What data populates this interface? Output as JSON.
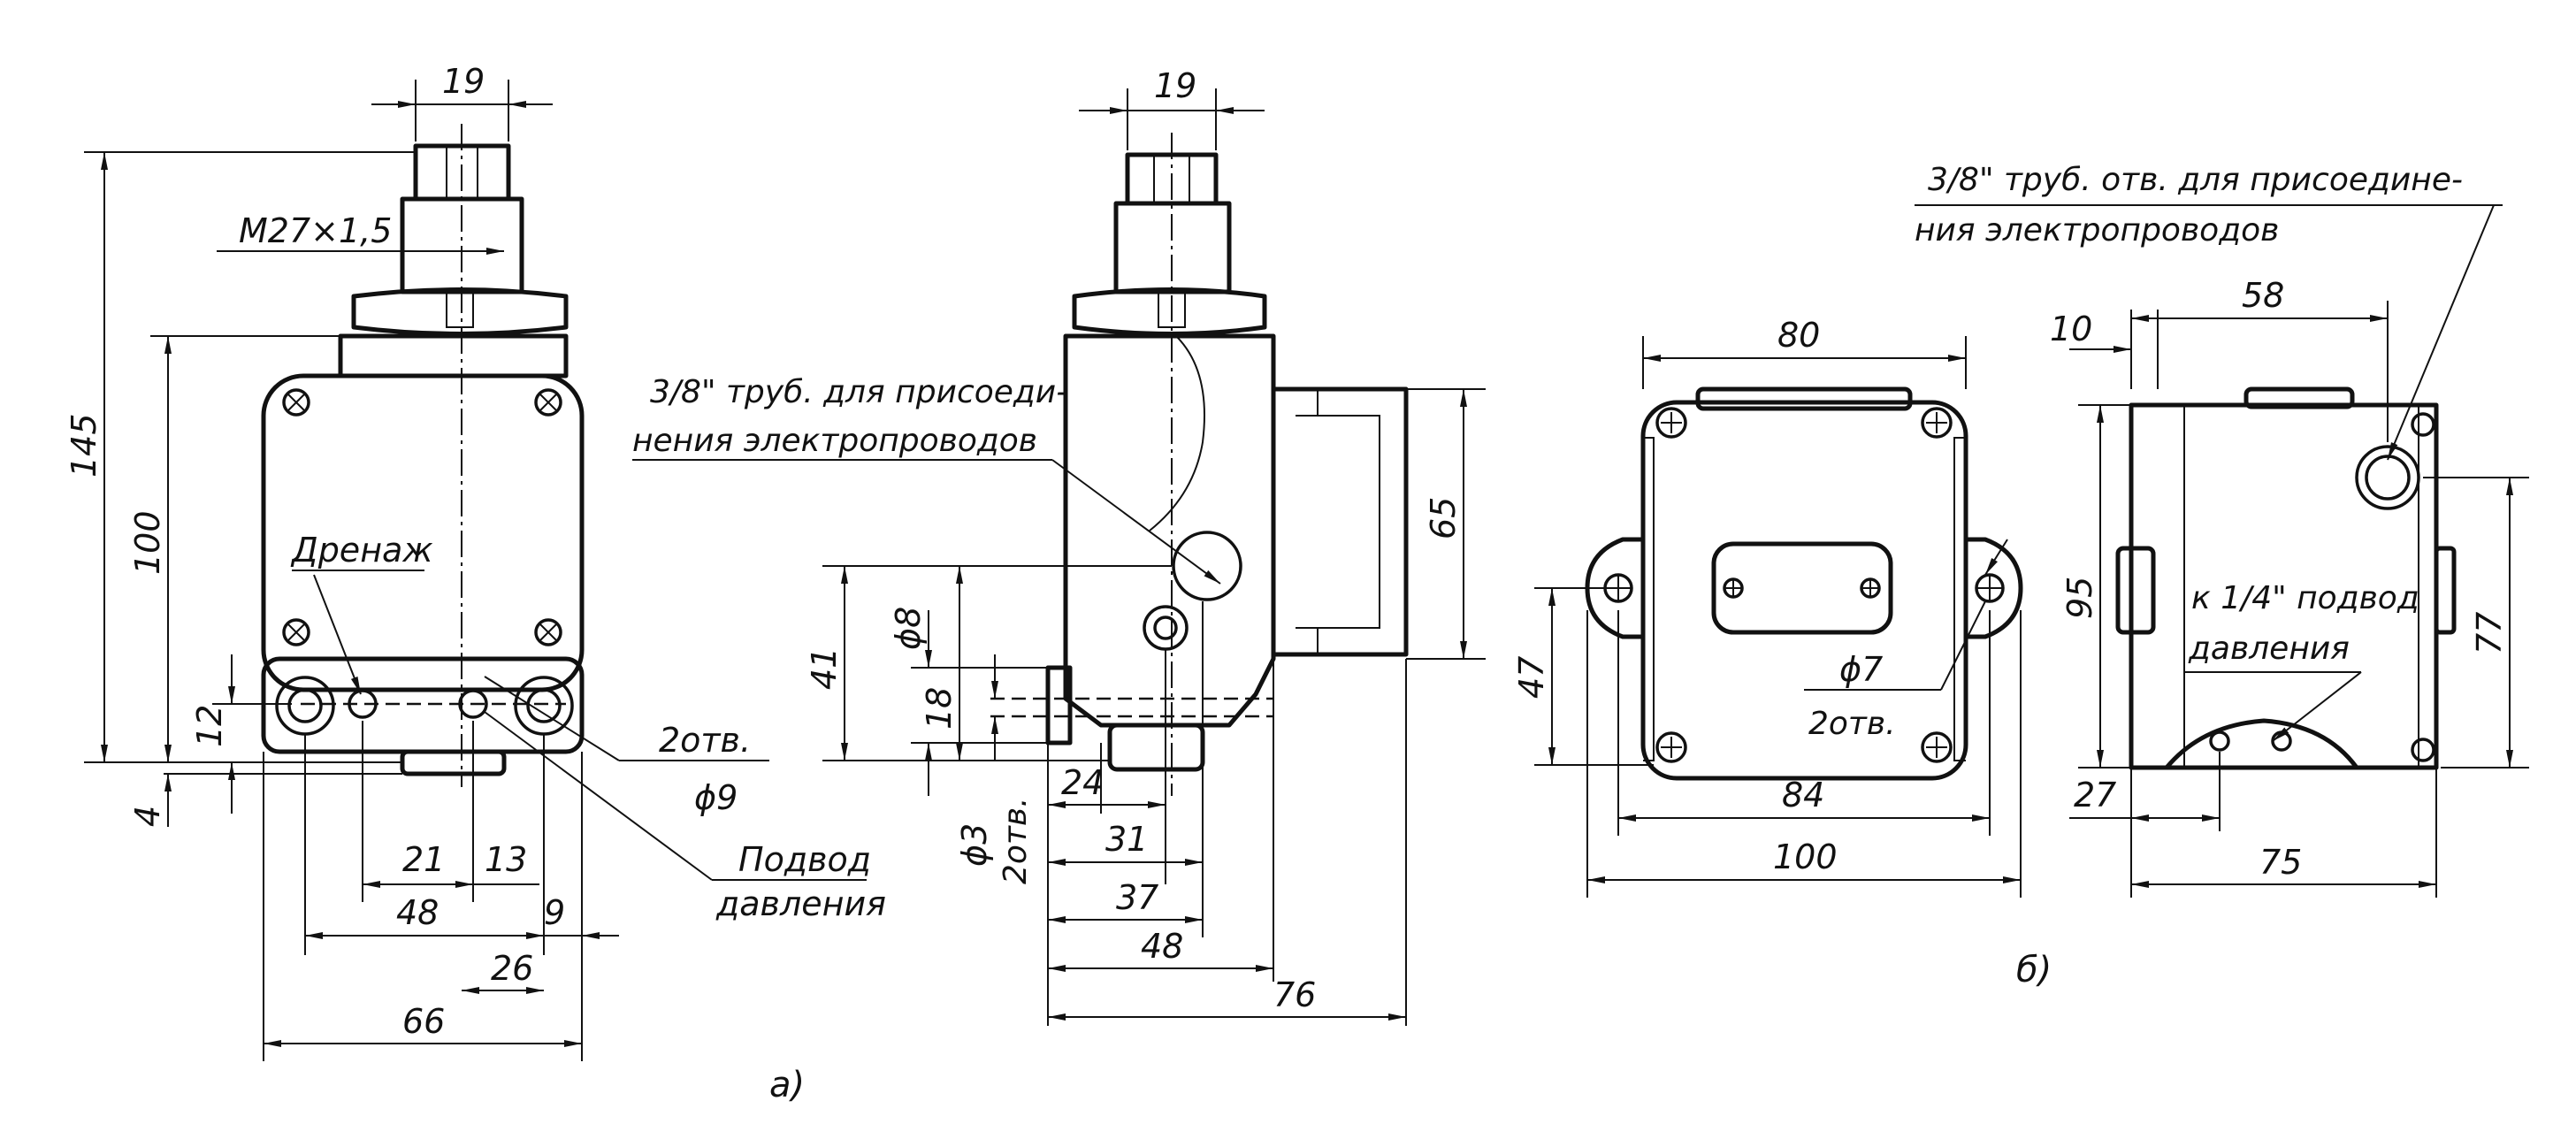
{
  "figure_a": {
    "caption": "а)",
    "front_view": {
      "dim_wrench": "19",
      "dim_thread": "M27×1,5",
      "dim_total_height": "145",
      "dim_body_height": "100",
      "dim_drain_offset": "12",
      "dim_base": "4",
      "dim_21": "21",
      "dim_13": "13",
      "dim_48": "48",
      "dim_9": "9",
      "dim_26": "26",
      "dim_66": "66",
      "label_drain": "Дренаж",
      "label_holes_count": "2отв.",
      "label_holes_dia": "ϕ9",
      "label_pressure_1": "Подвод",
      "label_pressure_2": "давления"
    },
    "side_view": {
      "dim_wrench": "19",
      "note_line1": "3/8\" труб. для присоеди-",
      "note_line2": "нения электропроводов",
      "dim_65": "65",
      "dim_41": "41",
      "dim_phi8": "ϕ8",
      "dim_18": "18",
      "dim_phi3": "ϕ3",
      "dim_2holes": "2отв.",
      "dim_24": "24",
      "dim_31": "31",
      "dim_37": "37",
      "dim_48": "48",
      "dim_76": "76"
    }
  },
  "figure_b": {
    "caption": "б)",
    "note_line1": "3/8\" труб.  отв. для присоедине-",
    "note_line2": "ния электропроводов",
    "front_view": {
      "dim_80": "80",
      "dim_47": "47",
      "dim_phi7": "ϕ7",
      "dim_2holes": "2отв.",
      "dim_84": "84",
      "dim_100": "100"
    },
    "side_view": {
      "dim_10": "10",
      "dim_58": "58",
      "dim_95": "95",
      "dim_77": "77",
      "dim_27": "27",
      "dim_75": "75",
      "label_pressure_1": "к 1/4\" подвод",
      "label_pressure_2": "давления"
    }
  }
}
